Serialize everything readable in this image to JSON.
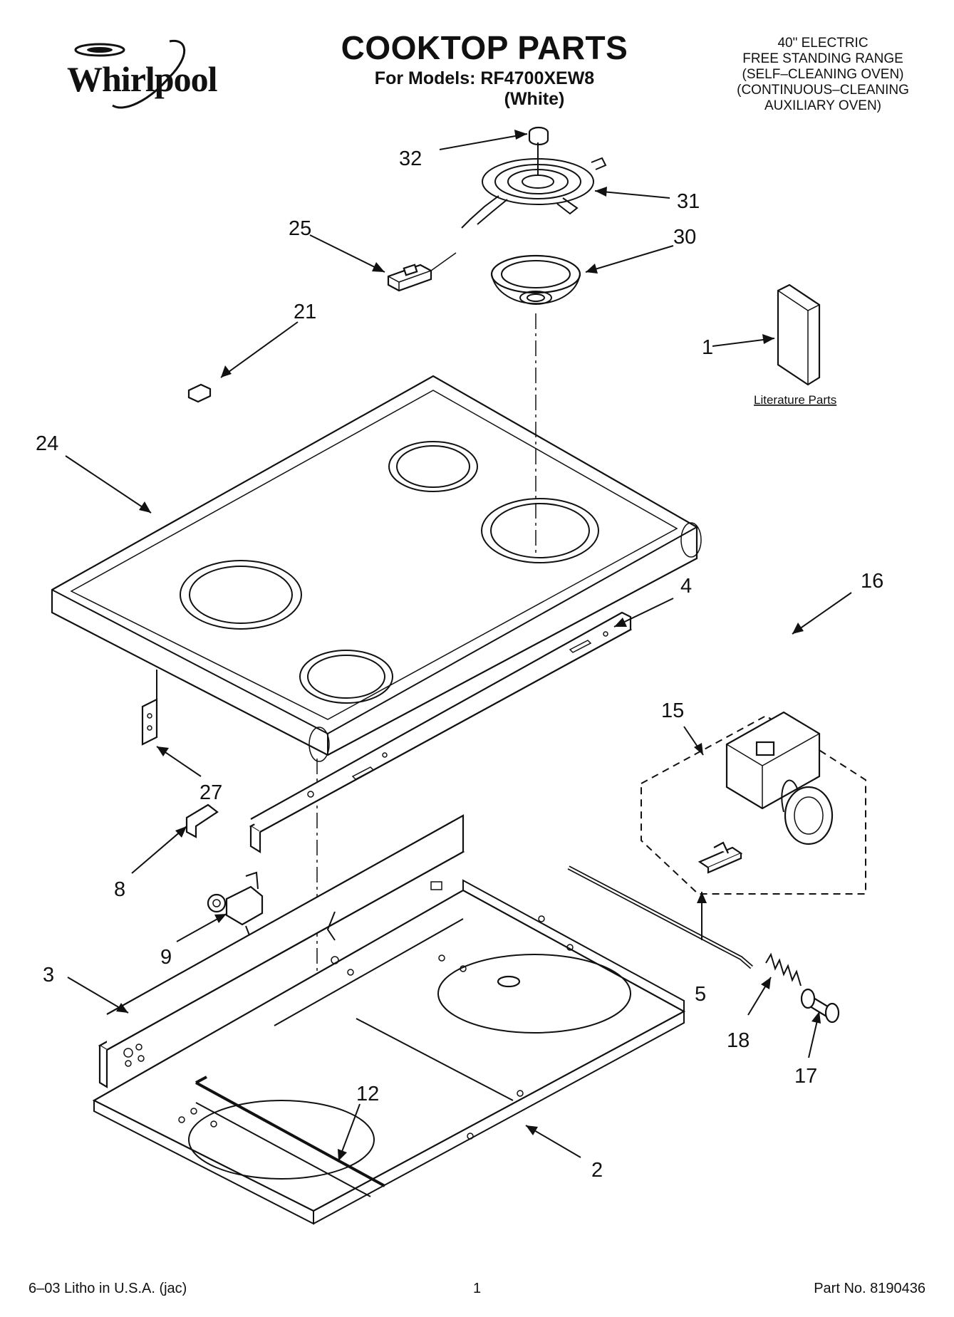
{
  "header": {
    "brand": "Whirlpool",
    "title": "COOKTOP PARTS",
    "models_line": "For Models: RF4700XEW8",
    "color_line": "(White)",
    "description": [
      "40\" ELECTRIC",
      "FREE STANDING RANGE",
      "(SELF–CLEANING OVEN)",
      "(CONTINUOUS–CLEANING",
      "AUXILIARY OVEN)"
    ]
  },
  "literature_label": "Literature Parts",
  "callouts": {
    "c1": "1",
    "c2": "2",
    "c3": "3",
    "c4": "4",
    "c5": "5",
    "c8": "8",
    "c9": "9",
    "c12": "12",
    "c15": "15",
    "c16": "16",
    "c17": "17",
    "c18": "18",
    "c21": "21",
    "c24": "24",
    "c25": "25",
    "c27": "27",
    "c30": "30",
    "c31": "31",
    "c32": "32"
  },
  "footer": {
    "left": "6–03 Litho in U.S.A. (jac)",
    "center": "1",
    "right": "Part No. 8190436"
  }
}
